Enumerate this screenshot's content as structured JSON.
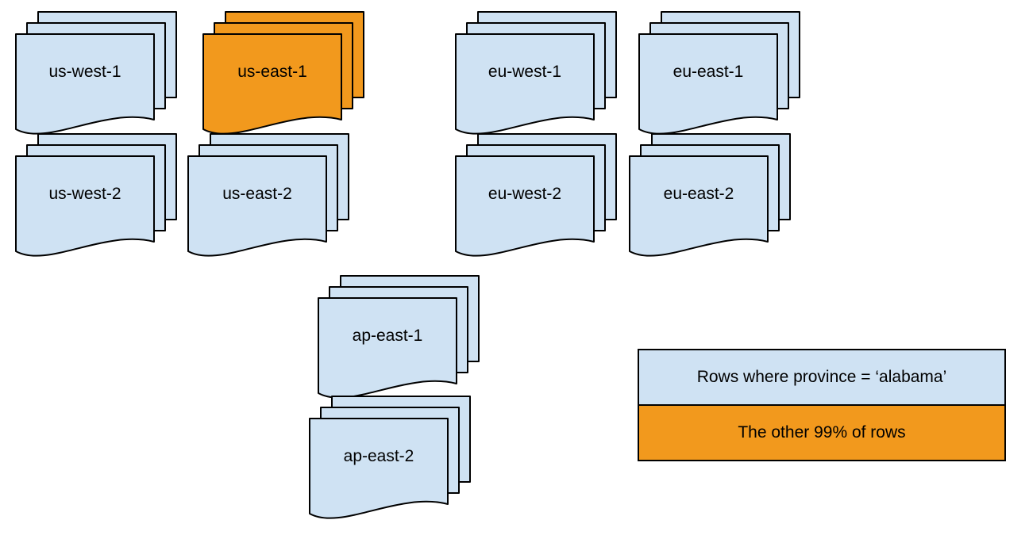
{
  "colors": {
    "document_blue": "#cfe2f3",
    "highlight_orange": "#f2991d",
    "stroke": "#000000",
    "background": "#ffffff"
  },
  "stacks": [
    {
      "id": "us-west-1",
      "label": "us-west-1",
      "highlighted": false
    },
    {
      "id": "us-east-1",
      "label": "us-east-1",
      "highlighted": true
    },
    {
      "id": "eu-west-1",
      "label": "eu-west-1",
      "highlighted": false
    },
    {
      "id": "eu-east-1",
      "label": "eu-east-1",
      "highlighted": false
    },
    {
      "id": "us-west-2",
      "label": "us-west-2",
      "highlighted": false
    },
    {
      "id": "us-east-2",
      "label": "us-east-2",
      "highlighted": false
    },
    {
      "id": "eu-west-2",
      "label": "eu-west-2",
      "highlighted": false
    },
    {
      "id": "eu-east-2",
      "label": "eu-east-2",
      "highlighted": false
    },
    {
      "id": "ap-east-1",
      "label": "ap-east-1",
      "highlighted": false
    },
    {
      "id": "ap-east-2",
      "label": "ap-east-2",
      "highlighted": false
    }
  ],
  "legend": {
    "items": [
      {
        "label": "Rows where province = ‘alabama’",
        "color_key": "document_blue"
      },
      {
        "label": "The other 99% of rows",
        "color_key": "highlight_orange"
      }
    ]
  }
}
